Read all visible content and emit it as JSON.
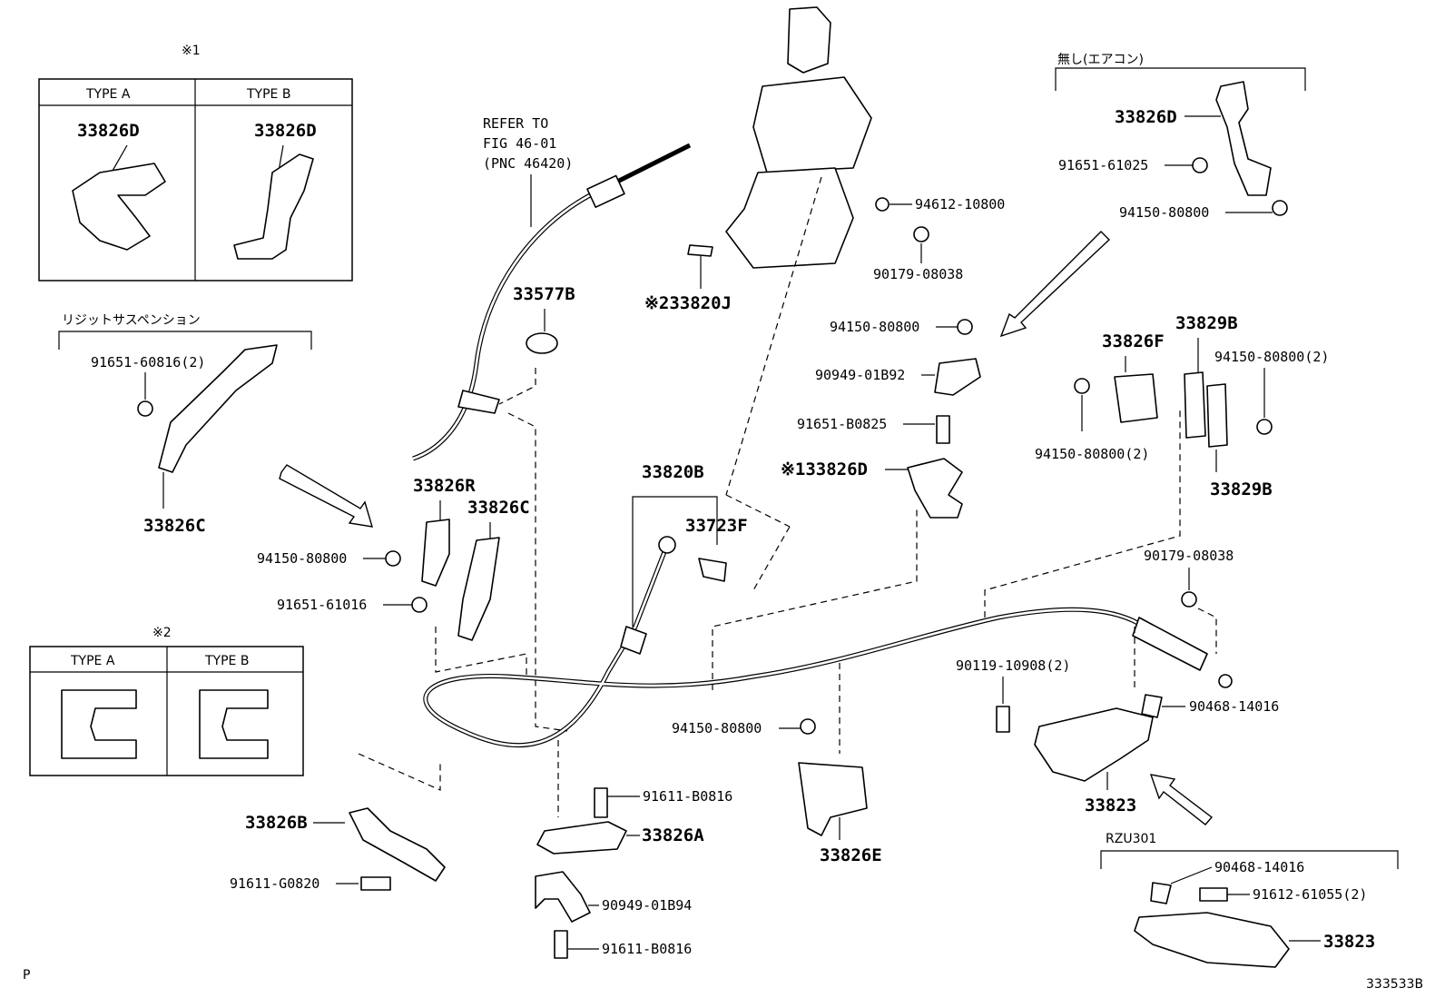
{
  "note1": {
    "mark": "※1",
    "col_a": "TYPE A",
    "col_b": "TYPE B",
    "part_a": "33826D",
    "part_b": "33826D"
  },
  "note2": {
    "mark": "※2",
    "col_a": "TYPE A",
    "col_b": "TYPE B"
  },
  "refer": {
    "line1": "REFER TO",
    "line2": "FIG 46-01",
    "line3": "(PNC 46420)"
  },
  "headers": {
    "rigid": "リジットサスペンション",
    "no_ac": "無し(エアコン)",
    "rzu": "RZU301"
  },
  "parts": {
    "p33577B": "33577B",
    "p33820J": "※233820J",
    "p33826D_top": "33826D",
    "p91651_61025": "91651-61025",
    "p94150_a": "94150-80800",
    "p94612": "94612-10800",
    "p90179_a": "90179-08038",
    "p94150_b": "94150-80800",
    "p90949_b92": "90949-01B92",
    "p91651_b0825": "91651-B0825",
    "p33826D_mid": "※133826D",
    "p33826F": "33826F",
    "p33829B_top": "33829B",
    "p94150_2a": "94150-80800(2)",
    "p94150_2b": "94150-80800(2)",
    "p33829B_bot": "33829B",
    "p91651_60816": "91651-60816(2)",
    "p33826C_left": "33826C",
    "p33826R": "33826R",
    "p33826C_mid": "33826C",
    "p94150_c": "94150-80800",
    "p91651_61016": "91651-61016",
    "p33820B": "33820B",
    "p33723F": "33723F",
    "p90179_b": "90179-08038",
    "p90119": "90119-10908(2)",
    "p90468_a": "90468-14016",
    "p94150_d": "94150-80800",
    "p33823_a": "33823",
    "p91611_b0816_a": "91611-B0816",
    "p33826A": "33826A",
    "p33826B": "33826B",
    "p91611_g0820": "91611-G0820",
    "p90949_b94": "90949-01B94",
    "p91611_b0816_b": "91611-B0816",
    "p33826E": "33826E",
    "p90468_b": "90468-14016",
    "p91612": "91612-61055(2)",
    "p33823_b": "33823"
  },
  "footer": {
    "left": "P",
    "right": "333533B"
  }
}
